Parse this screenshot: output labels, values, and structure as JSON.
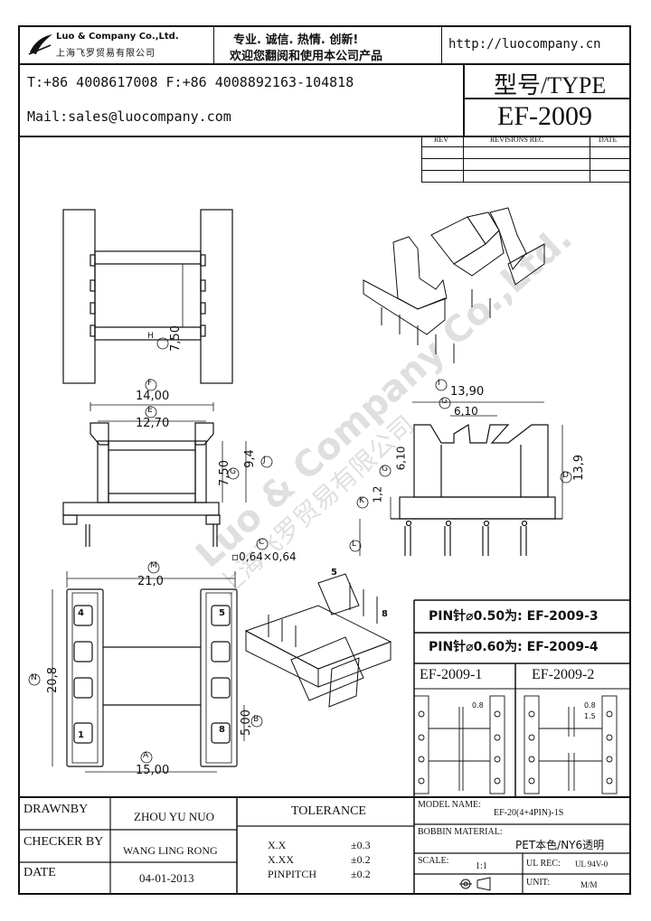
{
  "header": {
    "company_name": "Luo & Company Co.,Ltd.",
    "company_name_cn": "上海飞罗贸易有限公司",
    "slogan_line1": "专业. 诚信. 热情. 创新!",
    "slogan_line2": "欢迎您翻阅和使用本公司产品",
    "website": "http://luocompany.cn",
    "phone_line": "T:+86 4008617008 F:+86 4008892163-104818",
    "mail_line": "Mail:sales@luocompany.com",
    "type_label": "型号/TYPE",
    "type_value": "EF-2009"
  },
  "revisions": {
    "col_rev": "REV",
    "col_rec": "REVISIONS REC",
    "col_date": "DATE"
  },
  "drawing": {
    "watermark": "Luo & Company Co.,Ltd.",
    "watermark_cn": "上海飞罗贸易有限公司",
    "dims": {
      "h_label": "H",
      "h_value": "7,50",
      "f_label": "F",
      "f_value": "14,00",
      "e_label": "E",
      "e_value": "12,70",
      "j_value": "9,4",
      "j_label": "J",
      "g_value": "7,50",
      "g_label": "G",
      "c_label": "C",
      "c_value": "▫0,64×0,64",
      "i_label": "I",
      "i_value": "13,90",
      "g2_label": "G",
      "g2_value": "6,10",
      "q_label": "G",
      "q_value": "6,10",
      "k_label": "K",
      "k_value": "1,2",
      "d_value": "13,9",
      "d_label": "D",
      "l_label": "L",
      "m_label": "M",
      "m_value": "21,0",
      "n_label": "N",
      "n_value": "20,8",
      "b_value": "5,00",
      "b_label": "B",
      "a_label": "A",
      "a_value": "15,00"
    },
    "pins": {
      "p4": "4",
      "p1": "1",
      "p5": "5",
      "p8": "8",
      "p5b": "5",
      "p8b": "8"
    },
    "variant_dims": {
      "v1": "0.8",
      "v2a": "0.8",
      "v2b": "1.5"
    }
  },
  "pin_notes": {
    "note1": "PIN针⌀0.50为: EF-2009-3",
    "note2": "PIN针⌀0.60为: EF-2009-4",
    "variant1": "EF-2009-1",
    "variant2": "EF-2009-2"
  },
  "title_block": {
    "drawnby_label": "DRAWNBY",
    "drawnby_value": "ZHOU YU NUO",
    "checker_label": "CHECKER BY",
    "checker_value": "WANG LING RONG",
    "date_label": "DATE",
    "date_value": "04-01-2013",
    "tolerance_label": "TOLERANCE",
    "tol1_key": "X.X",
    "tol1_val": "±0.3",
    "tol2_key": "X.XX",
    "tol2_val": "±0.2",
    "tol3_key": "PINPITCH",
    "tol3_val": "±0.2",
    "model_label": "MODEL NAME:",
    "model_value": "EF-20(4+4PIN)-1S",
    "bobbin_label": "BOBBIN MATERIAL:",
    "bobbin_value": "PET本色/NY6透明",
    "scale_label": "SCALE:",
    "scale_value": "1:1",
    "ul_label": "UL REC:",
    "ul_value": "UL 94V-0",
    "unit_label": "UNIT:",
    "unit_value": "M/M"
  }
}
